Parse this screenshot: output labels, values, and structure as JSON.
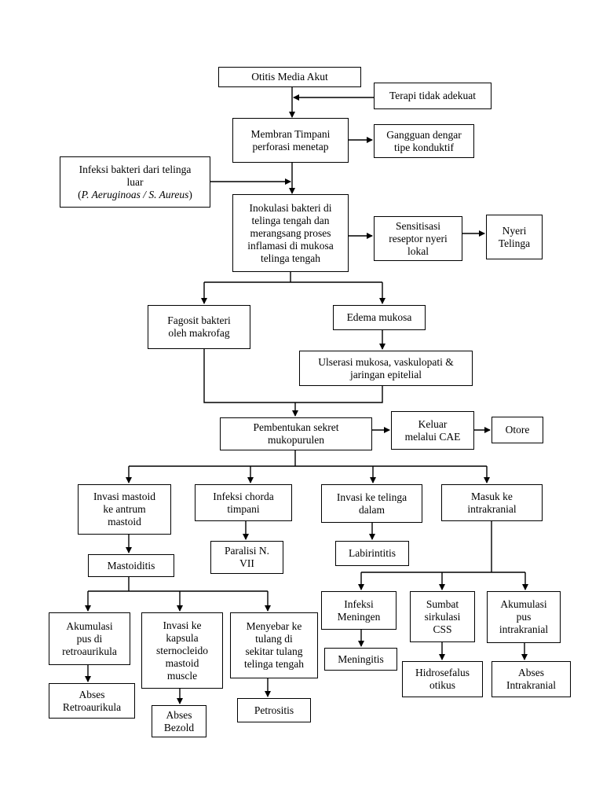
{
  "nodes": {
    "otitis": "Otitis Media Akut",
    "terapi": "Terapi tidak adekuat",
    "membran": "Membran Timpani\nperforasi menetap",
    "gangguan": "Gangguan dengar\ntipe konduktif",
    "infeksi_luar": {
      "line1": "Infeksi bakteri dari telinga\nluar",
      "line2_open": "(",
      "line2_italic": "P. Aeruginoas / S. Aureus",
      "line2_close": ")"
    },
    "inokulasi": "Inokulasi bakteri di\ntelinga tengah dan\nmerangsang proses\ninflamasi di mukosa\ntelinga tengah",
    "sensitisasi": "Sensitisasi\nreseptor nyeri\nlokal",
    "nyeri": "Nyeri\nTelinga",
    "fagosit": "Fagosit bakteri\noleh makrofag",
    "edema": "Edema mukosa",
    "ulserasi": "Ulserasi mukosa, vaskulopati &\njaringan epitelial",
    "pembentukan": "Pembentukan sekret\nmukopurulen",
    "keluar": "Keluar\nmelalui CAE",
    "otore": "Otore",
    "invasi_mastoid": "Invasi mastoid\nke antrum\nmastoid",
    "infeksi_chorda": "Infeksi chorda\ntimpani",
    "invasi_dalam": "Invasi ke telinga\ndalam",
    "masuk": "Masuk ke\nintrakranial",
    "mastoiditis": "Mastoiditis",
    "paralisi": "Paralisi N.\nVII",
    "labirintitis": "Labirintitis",
    "akumulasi_pus": "Akumulasi\npus di\nretroaurikula",
    "invasi_kapsula": "Invasi ke\nkapsula\nsternocleido\nmastoid\nmuscle",
    "menyebar": "Menyebar ke\ntulang di\nsekitar tulang\ntelinga tengah",
    "infeksi_meningen": "Infeksi\nMeningen",
    "sumbat": "Sumbat\nsirkulasi\nCSS",
    "akumulasi_intra": "Akumulasi\npus\nintrakranial",
    "abses_retro": "Abses\nRetroaurikula",
    "abses_bezold": "Abses\nBezold",
    "petrositis": "Petrositis",
    "meningitis": "Meningitis",
    "hidrosefalus": "Hidrosefalus\notikus",
    "abses_intra": "Abses\nIntrakranial"
  }
}
